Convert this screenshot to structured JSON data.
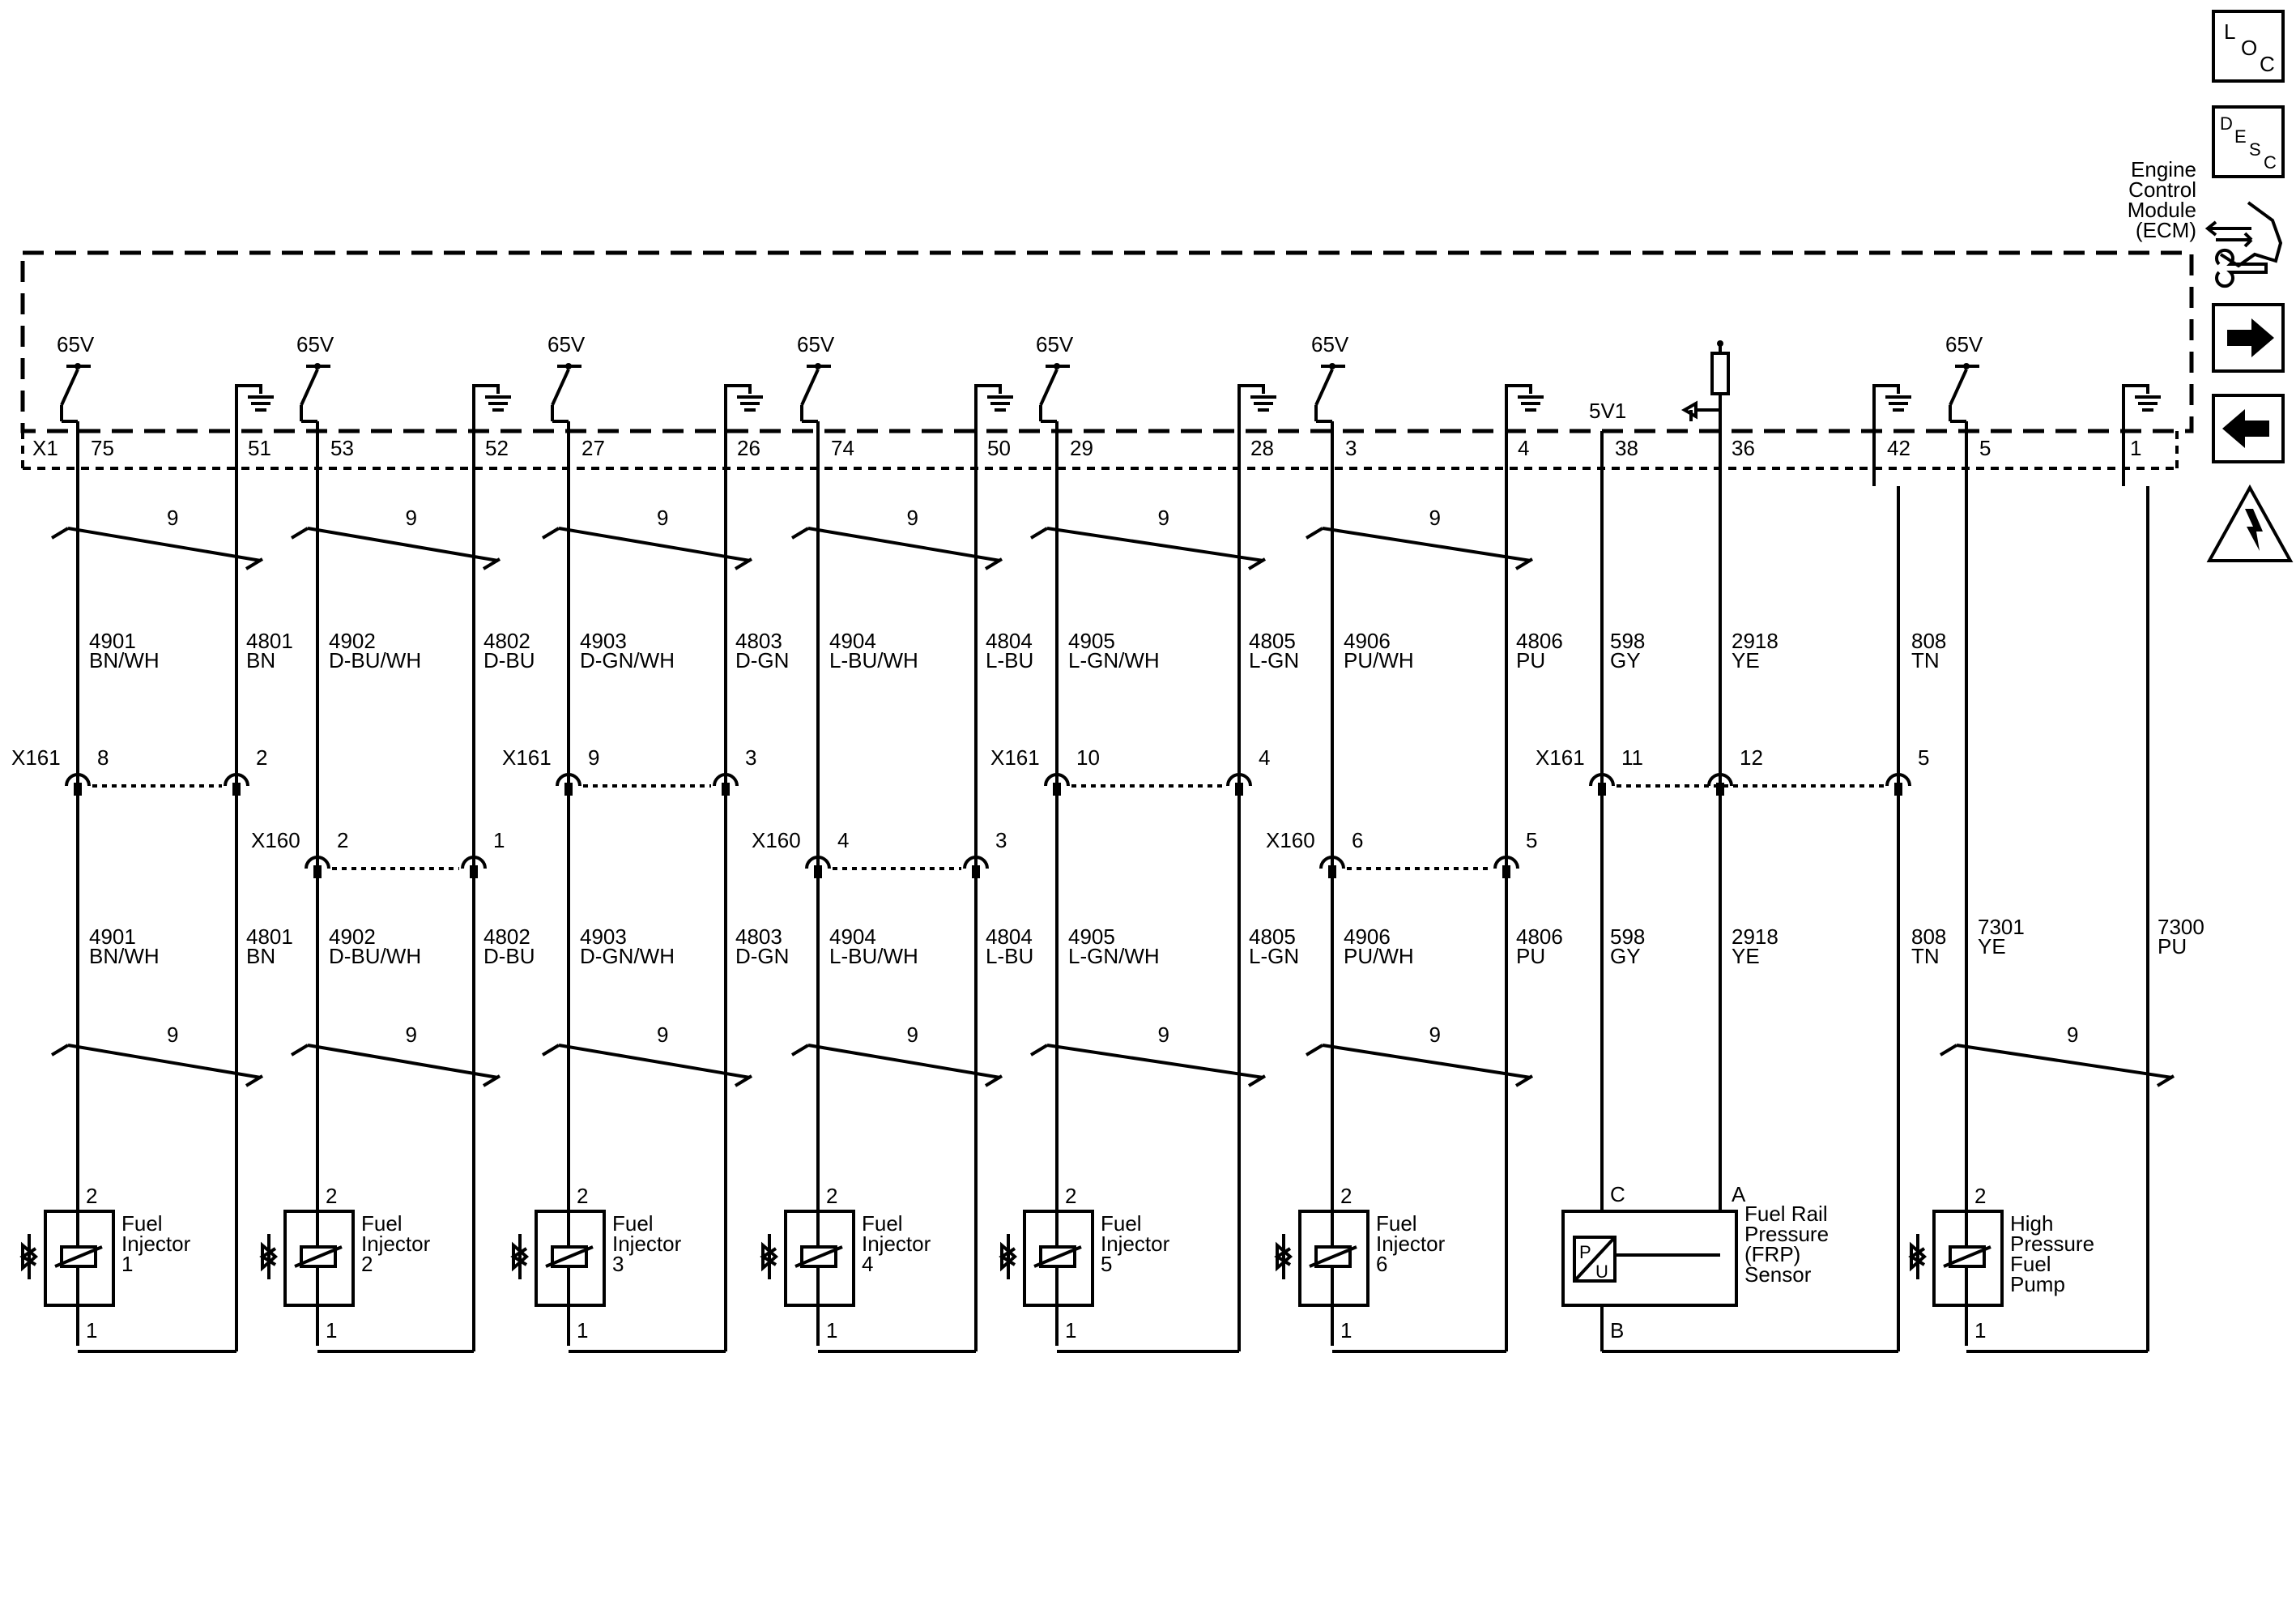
{
  "module": {
    "name_lines": [
      "Engine",
      "Control",
      "Module",
      "(ECM)"
    ],
    "connector": "X1",
    "voltage_label": "65V",
    "ref_label": "5V1"
  },
  "nav_icons": [
    {
      "name": "loc-icon",
      "letters": [
        "L",
        "O",
        "C"
      ]
    },
    {
      "name": "desc-icon",
      "letters": [
        "D",
        "E",
        "S",
        "C"
      ]
    },
    {
      "name": "connector-info-icon"
    },
    {
      "name": "next-arrow-icon"
    },
    {
      "name": "previous-arrow-icon"
    },
    {
      "name": "power-ground-icon"
    }
  ],
  "harness_bundle": "9",
  "injectors": [
    {
      "label": [
        "Fuel",
        "Injector",
        "1"
      ],
      "pin_hi": "75",
      "pin_lo": "51",
      "ctrl": {
        "circuit": "4901",
        "color": "BN/WH"
      },
      "ret": {
        "circuit": "4801",
        "color": "BN"
      },
      "inline": "X161",
      "inline_hi": "8",
      "inline_lo": "2",
      "comp_pin_top": "2",
      "comp_pin_bot": "1"
    },
    {
      "label": [
        "Fuel",
        "Injector",
        "2"
      ],
      "pin_hi": "53",
      "pin_lo": "52",
      "ctrl": {
        "circuit": "4902",
        "color": "D-BU/WH"
      },
      "ret": {
        "circuit": "4802",
        "color": "D-BU"
      },
      "inline": "X160",
      "inline_hi": "2",
      "inline_lo": "1",
      "comp_pin_top": "2",
      "comp_pin_bot": "1"
    },
    {
      "label": [
        "Fuel",
        "Injector",
        "3"
      ],
      "pin_hi": "27",
      "pin_lo": "26",
      "ctrl": {
        "circuit": "4903",
        "color": "D-GN/WH"
      },
      "ret": {
        "circuit": "4803",
        "color": "D-GN"
      },
      "inline": "X161",
      "inline_hi": "9",
      "inline_lo": "3",
      "comp_pin_top": "2",
      "comp_pin_bot": "1"
    },
    {
      "label": [
        "Fuel",
        "Injector",
        "4"
      ],
      "pin_hi": "74",
      "pin_lo": "50",
      "ctrl": {
        "circuit": "4904",
        "color": "L-BU/WH"
      },
      "ret": {
        "circuit": "4804",
        "color": "L-BU"
      },
      "inline": "X160",
      "inline_hi": "4",
      "inline_lo": "3",
      "comp_pin_top": "2",
      "comp_pin_bot": "1"
    },
    {
      "label": [
        "Fuel",
        "Injector",
        "5"
      ],
      "pin_hi": "29",
      "pin_lo": "28",
      "ctrl": {
        "circuit": "4905",
        "color": "L-GN/WH"
      },
      "ret": {
        "circuit": "4805",
        "color": "L-GN"
      },
      "inline": "X161",
      "inline_hi": "10",
      "inline_lo": "4",
      "comp_pin_top": "2",
      "comp_pin_bot": "1"
    },
    {
      "label": [
        "Fuel",
        "Injector",
        "6"
      ],
      "pin_hi": "3",
      "pin_lo": "4",
      "ctrl": {
        "circuit": "4906",
        "color": "PU/WH"
      },
      "ret": {
        "circuit": "4806",
        "color": "PU"
      },
      "inline": "X160",
      "inline_hi": "6",
      "inline_lo": "5",
      "comp_pin_top": "2",
      "comp_pin_bot": "1"
    }
  ],
  "frp_sensor": {
    "label": [
      "Fuel Rail",
      "Pressure",
      "(FRP)",
      "Sensor"
    ],
    "symbol": [
      "P",
      "U"
    ],
    "pins": {
      "ref_pin": "38",
      "sig_pin": "36",
      "low_pin": "42"
    },
    "wires": [
      {
        "circuit": "598",
        "color": "GY"
      },
      {
        "circuit": "2918",
        "color": "YE"
      },
      {
        "circuit": "808",
        "color": "TN"
      }
    ],
    "inline": "X161",
    "inline_pins": [
      "11",
      "12",
      "5"
    ],
    "comp_pins": {
      "c": "C",
      "a": "A",
      "b": "B"
    }
  },
  "pump": {
    "label": [
      "High",
      "Pressure",
      "Fuel",
      "Pump"
    ],
    "pin_hi": "5",
    "pin_lo": "1",
    "ctrl": {
      "circuit": "7301",
      "color": "YE"
    },
    "ret": {
      "circuit": "7300",
      "color": "PU"
    },
    "comp_pin_top": "2",
    "comp_pin_bot": "1"
  }
}
